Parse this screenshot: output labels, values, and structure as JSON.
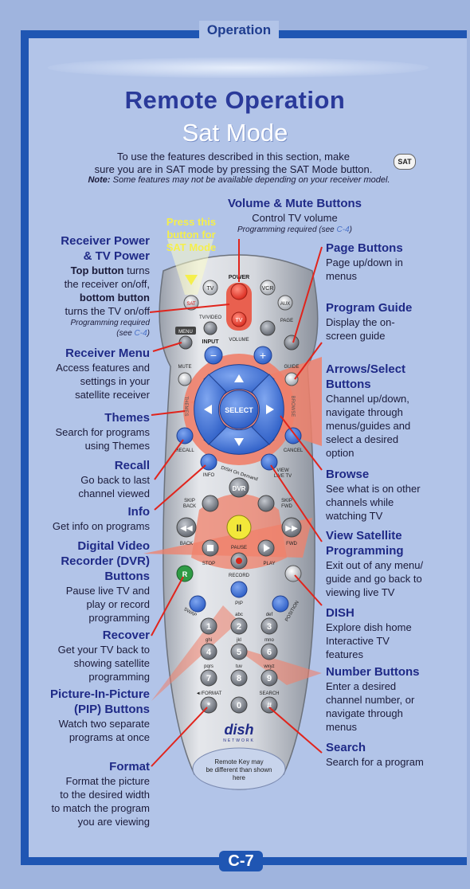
{
  "header": {
    "label": "Operation"
  },
  "title": "Remote Operation",
  "subtitle": "Sat Mode",
  "intro": {
    "line1": "To use the features described in this section, make",
    "line2": "sure you are in SAT mode by pressing the SAT Mode button.",
    "note_label": "Note:",
    "note_text": "Some features may not be available depending on your receiver model."
  },
  "sat_badge": "SAT",
  "press_hint": {
    "l1": "Press this",
    "l2": "button for",
    "l3": "SAT Mode"
  },
  "left_labels": {
    "receiver_power": {
      "h1": "Receiver Power",
      "h2": "& TV Power",
      "top_b": "Top button",
      "top_t": "turns",
      "t2": "the receiver on/off,",
      "bottom_b": "bottom button",
      "t3": "turns the TV on/off",
      "prog": "Programming required",
      "see": "(see",
      "ref": "C-4",
      "close": ")"
    },
    "receiver_menu": {
      "h": "Receiver Menu",
      "l1": "Access features and",
      "l2": "settings in your",
      "l3": "satellite receiver"
    },
    "themes": {
      "h": "Themes",
      "l1": "Search for programs",
      "l2": "using Themes"
    },
    "recall": {
      "h": "Recall",
      "l1": "Go back to last",
      "l2": "channel viewed"
    },
    "info": {
      "h": "Info",
      "l1": "Get info on programs"
    },
    "dvr": {
      "h1": "Digital Video",
      "h2": "Recorder (DVR)",
      "h3": "Buttons",
      "l1": "Pause live TV and",
      "l2": "play or record",
      "l3": "programming"
    },
    "recover": {
      "h": "Recover",
      "l1": "Get your TV back to",
      "l2": "showing satellite",
      "l3": "programming"
    },
    "pip": {
      "h1": "Picture-In-Picture",
      "h2": "(PIP) Buttons",
      "l1": "Watch two separate",
      "l2": "programs at once"
    },
    "format": {
      "h": "Format",
      "l1": "Format the picture",
      "l2": "to the desired width",
      "l3": "to match the program",
      "l4": "you are viewing"
    }
  },
  "top_label": {
    "h": "Volume & Mute Buttons",
    "l1": "Control TV volume",
    "prog": "Programming required (see",
    "ref": "C-4",
    "close": ")"
  },
  "right_labels": {
    "page": {
      "h": "Page Buttons",
      "l1": "Page up/down in",
      "l2": "menus"
    },
    "guide": {
      "h": "Program Guide",
      "l1": "Display the on-",
      "l2": "screen guide"
    },
    "arrows": {
      "h1": "Arrows/Select",
      "h2": "Buttons",
      "l1": "Channel up/down,",
      "l2": "navigate through",
      "l3": "menus/guides and",
      "l4": "select a desired",
      "l5": "option"
    },
    "browse": {
      "h": "Browse",
      "l1": "See what is on other",
      "l2": "channels while",
      "l3": "watching TV"
    },
    "view_sat": {
      "h1": "View Satellite",
      "h2": "Programming",
      "l1": "Exit out of any menu/",
      "l2": "guide and go back to",
      "l3": "viewing live TV"
    },
    "dish": {
      "h": "DISH",
      "l1": "Explore dish home",
      "l2": "Interactive TV",
      "l3": "features"
    },
    "numbers": {
      "h": "Number Buttons",
      "l1": "Enter a desired",
      "l2": "channel number, or",
      "l3": "navigate through",
      "l4": "menus"
    },
    "search": {
      "h": "Search",
      "l1": "Search for a program"
    }
  },
  "remote": {
    "power": "POWER",
    "tv": "TV",
    "vcr": "VCR",
    "sat": "SAT",
    "aux": "AUX",
    "tv_btn": "TV",
    "tvvideo": "TV/VIDEO",
    "input": "INPUT",
    "page": "PAGE",
    "menu": "MENU",
    "volume": "VOLUME",
    "mute": "MUTE",
    "guide": "GUIDE",
    "select": "SELECT",
    "themes": "THEMES",
    "browse": "BROWSE",
    "recall": "RECALL",
    "cancel": "CANCEL",
    "info": "INFO",
    "view_live": "VIEW",
    "view_live2": "LIVE TV",
    "dish_on_demand": "DISH On Demand",
    "dvr": "DVR",
    "skip_back": "SKIP",
    "skip_back2": "BACK",
    "skip_fwd": "SKIP",
    "skip_fwd2": "FWD",
    "back": "BACK",
    "pause": "PAUSE",
    "fwd": "FWD",
    "stop": "STOP",
    "play": "PLAY",
    "record": "RECORD",
    "pip": "PIP",
    "swap": "SWAP",
    "position": "POSITION",
    "r": "R",
    "keys": [
      {
        "n": "1",
        "s": ""
      },
      {
        "n": "2",
        "s": "abc"
      },
      {
        "n": "3",
        "s": "def"
      },
      {
        "n": "4",
        "s": "ghi"
      },
      {
        "n": "5",
        "s": "jkl"
      },
      {
        "n": "6",
        "s": "mno"
      },
      {
        "n": "7",
        "s": "pqrs"
      },
      {
        "n": "8",
        "s": "tuv"
      },
      {
        "n": "9",
        "s": "wxyz"
      },
      {
        "n": "*",
        "s": "◄/FORMAT"
      },
      {
        "n": "0",
        "s": ""
      },
      {
        "n": "#",
        "s": "SEARCH"
      }
    ],
    "logo": "dish",
    "logo_sub": "NETWORK",
    "disclaimer1": "Remote Key may",
    "disclaimer2": "be different than shown",
    "disclaimer3": "here"
  },
  "footer": "C-7",
  "colors": {
    "accent": "#1f56b3",
    "title": "#2a3a9a",
    "highlight": "#f5ef4c",
    "arrow_fill": "#f0806a",
    "leader": "#e1241c"
  }
}
